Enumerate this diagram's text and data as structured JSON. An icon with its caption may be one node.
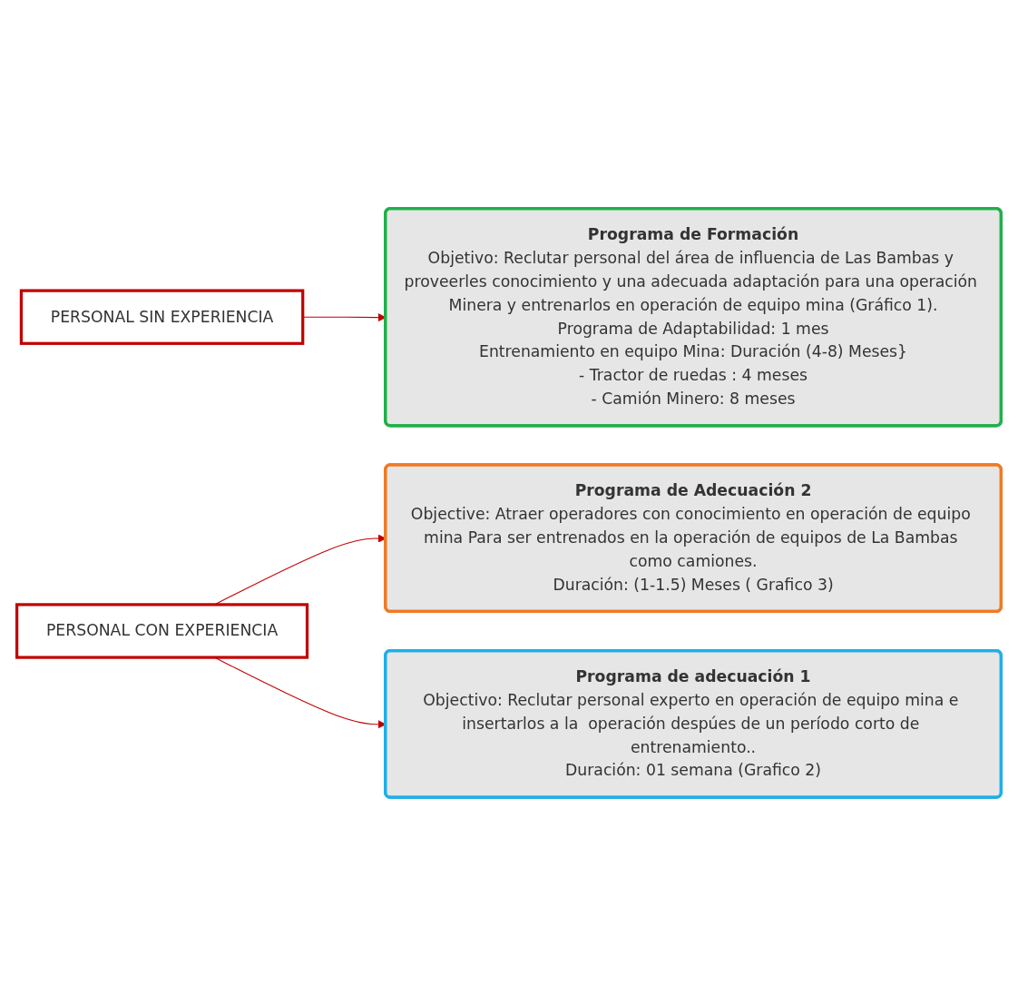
{
  "diagram": {
    "nodes": [
      {
        "text": [
          "PERSONAL SIN EXPERIENCIA"
        ]
      },
      {
        "text": [
          "Programa de Formación",
          "Objetivo: Reclutar personal del área de influencia de Las Bambas y proveerles conocimiento y una adecuada adaptación para una operación Minera y entrenarlos en operación de equipo mina (Gráfico 1).",
          "Programa de Adaptabilidad: 1 mes",
          "Entrenamiento en equipo Mina: Duración (4-8) Meses}",
          "- Tractor de ruedas : 4 meses",
          "- Camión Minero: 8 meses"
        ]
      },
      {
        "text": [
          "PERSONAL CON EXPERIENCIA"
        ]
      },
      {
        "text": [
          "Programa de Adecuación 2",
          "Objective: Atraer operadores con conocimiento en operación de equipo mina Para ser entrenados en la operación de equipos de La Bambas como camiones.",
          "Duración: (1-1.5) Meses ( Grafico 3)"
        ]
      },
      {
        "text": [
          "Programa de adecuación 1",
          "Objectivo: Reclutar personal experto en operación de equipo mina e insertarlos a la  operación despúes de un período corto de entrenamiento..",
          "Duración: 01 semana (Grafico 2)"
        ]
      }
    ],
    "edges": [
      {
        "from": 0,
        "to": 1,
        "arrow": "to"
      },
      {
        "from": 2,
        "to": 3,
        "arrow": "to"
      },
      {
        "from": 2,
        "to": 4,
        "arrow": "to"
      }
    ]
  }
}
